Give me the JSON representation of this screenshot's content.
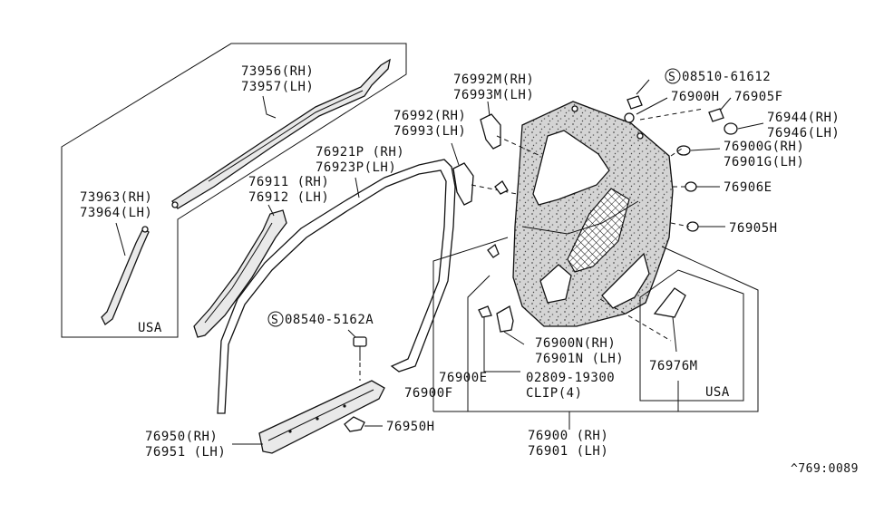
{
  "labels": {
    "p73956": "73956(RH)",
    "p73957": "73957(LH)",
    "p73963": "73963(RH)",
    "p73964": "73964(LH)",
    "usa1": "USA",
    "p76911": "76911 (RH)",
    "p76912": "76912 (LH)",
    "p76921p": "76921P (RH)",
    "p76923p": "76923P(LH)",
    "s08540": "08540-5162A",
    "p76950": "76950(RH)",
    "p76951": "76951 (LH)",
    "p76950h": "76950H",
    "p76992m": "76992M(RH)",
    "p76993m": "76993M(LH)",
    "p76992": "76992(RH)",
    "p76993": "76993(LH)",
    "s08510": "08510-61612",
    "p76900h": "76900H",
    "p76905f": "76905F",
    "p76944": "76944(RH)",
    "p76946": "76946(LH)",
    "p76900g": "76900G(RH)",
    "p76901g": "76901G(LH)",
    "p76906e": "76906E",
    "p76905h": "76905H",
    "p76900n": "76900N(RH)",
    "p76901n": "76901N (LH)",
    "p76900e": "76900E",
    "p02809": "02809-19300",
    "clip": "CLIP(4)",
    "p76900f": "76900F",
    "p76976m": "76976M",
    "usa2": "USA",
    "p76900": "76900 (RH)",
    "p76901": "76901 (LH)",
    "s_symbol": "S",
    "footer_code": "^769:0089"
  }
}
